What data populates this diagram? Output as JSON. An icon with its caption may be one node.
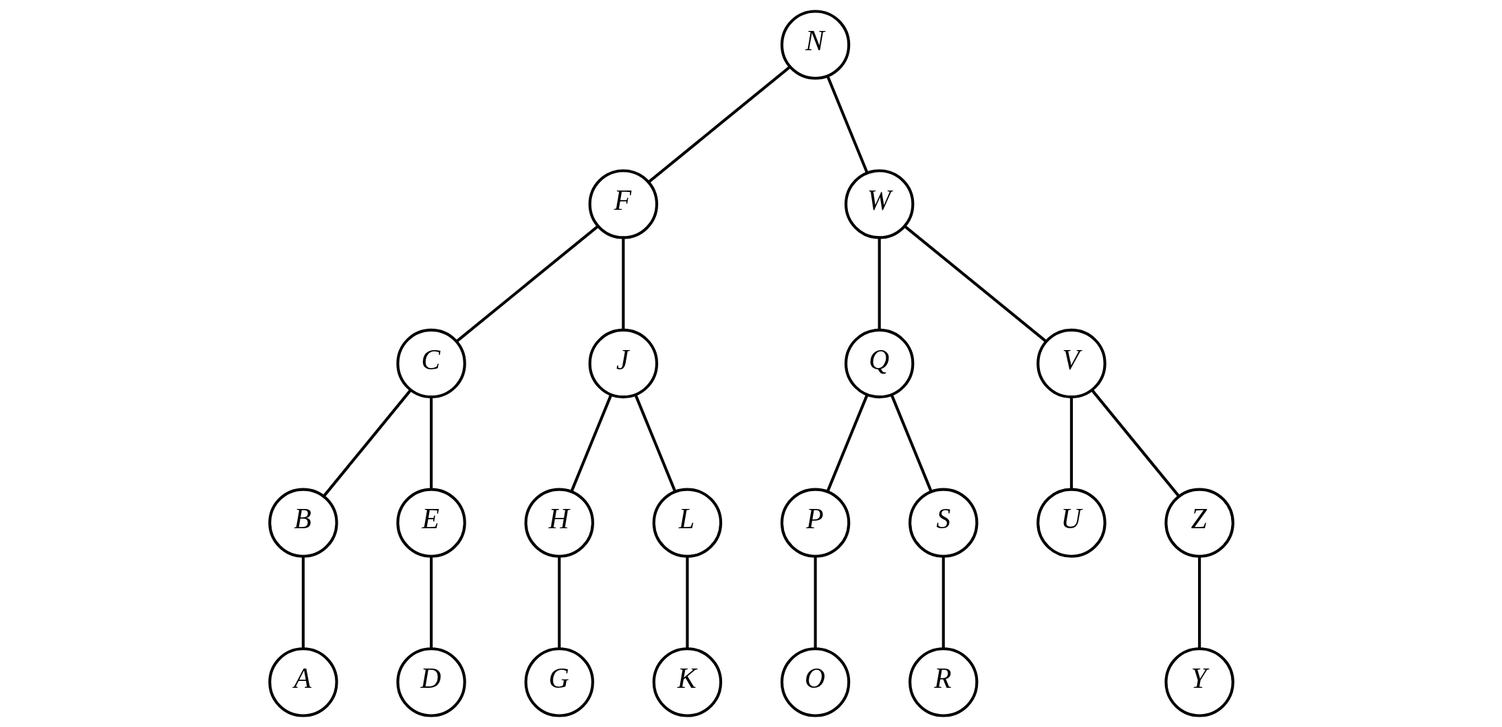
{
  "diagram": {
    "nodes": [
      {
        "text": [
          "N"
        ]
      },
      {
        "text": [
          "F"
        ]
      },
      {
        "text": [
          "W"
        ]
      },
      {
        "text": [
          "C"
        ]
      },
      {
        "text": [
          "J"
        ]
      },
      {
        "text": [
          "Q"
        ]
      },
      {
        "text": [
          "V"
        ]
      },
      {
        "text": [
          "B"
        ]
      },
      {
        "text": [
          "E"
        ]
      },
      {
        "text": [
          "H"
        ]
      },
      {
        "text": [
          "L"
        ]
      },
      {
        "text": [
          "P"
        ]
      },
      {
        "text": [
          "S"
        ]
      },
      {
        "text": [
          "U"
        ]
      },
      {
        "text": [
          "Z"
        ]
      },
      {
        "text": [
          "A"
        ]
      },
      {
        "text": [
          "D"
        ]
      },
      {
        "text": [
          "G"
        ]
      },
      {
        "text": [
          "K"
        ]
      },
      {
        "text": [
          "O"
        ]
      },
      {
        "text": [
          "R"
        ]
      },
      {
        "text": [
          "Y"
        ]
      }
    ],
    "edges": [
      {
        "from": 0,
        "to": 1,
        "arrow": "none"
      },
      {
        "from": 0,
        "to": 2,
        "arrow": "none"
      },
      {
        "from": 1,
        "to": 3,
        "arrow": "none"
      },
      {
        "from": 1,
        "to": 4,
        "arrow": "none"
      },
      {
        "from": 2,
        "to": 5,
        "arrow": "none"
      },
      {
        "from": 2,
        "to": 6,
        "arrow": "none"
      },
      {
        "from": 3,
        "to": 7,
        "arrow": "none"
      },
      {
        "from": 3,
        "to": 8,
        "arrow": "none"
      },
      {
        "from": 4,
        "to": 9,
        "arrow": "none"
      },
      {
        "from": 4,
        "to": 10,
        "arrow": "none"
      },
      {
        "from": 5,
        "to": 11,
        "arrow": "none"
      },
      {
        "from": 5,
        "to": 12,
        "arrow": "none"
      },
      {
        "from": 6,
        "to": 13,
        "arrow": "none"
      },
      {
        "from": 6,
        "to": 14,
        "arrow": "none"
      },
      {
        "from": 7,
        "to": 15,
        "arrow": "none"
      },
      {
        "from": 8,
        "to": 16,
        "arrow": "none"
      },
      {
        "from": 9,
        "to": 17,
        "arrow": "none"
      },
      {
        "from": 10,
        "to": 18,
        "arrow": "none"
      },
      {
        "from": 11,
        "to": 19,
        "arrow": "none"
      },
      {
        "from": 12,
        "to": 20,
        "arrow": "none"
      },
      {
        "from": 14,
        "to": 21,
        "arrow": "none"
      }
    ]
  }
}
